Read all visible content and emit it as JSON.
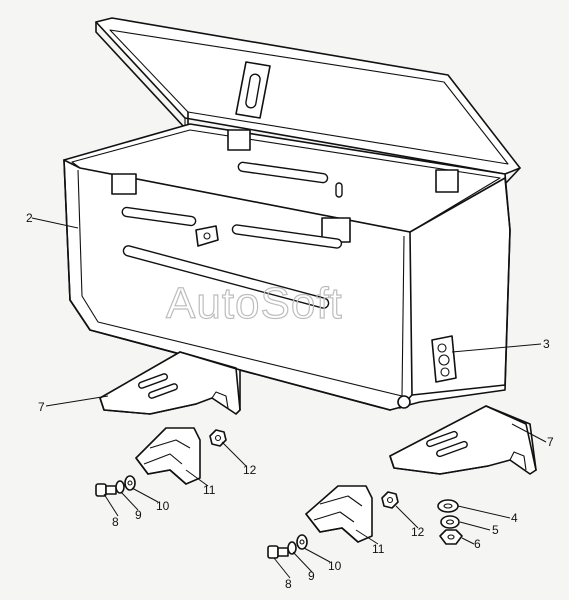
{
  "watermark": "AutoSoft",
  "callouts": {
    "c1": "2",
    "c2": "3",
    "c3": "7",
    "c4": "7",
    "c5": "12",
    "c6": "11",
    "c7": "8",
    "c8": "9",
    "c9": "10",
    "c10": "12",
    "c11": "11",
    "c12": "8",
    "c13": "9",
    "c14": "10",
    "c15": "4",
    "c16": "5",
    "c17": "6"
  }
}
